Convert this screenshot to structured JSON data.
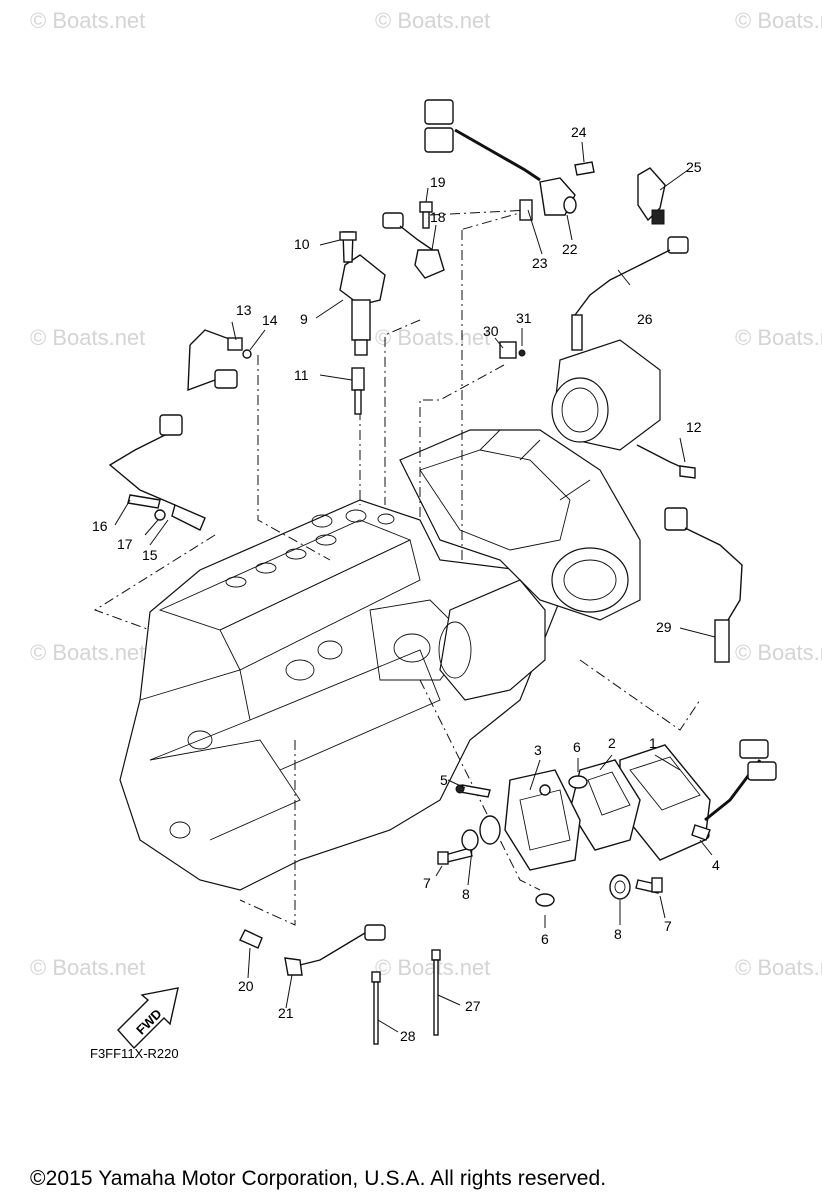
{
  "watermark": "© Boats.net",
  "code": "F3FF11X-R220",
  "fwd_label": "FWD",
  "copyright": "©2015 Yamaha Motor Corporation, U.S.A. All rights reserved.",
  "callouts": [
    "1",
    "2",
    "3",
    "4",
    "5",
    "6",
    "6",
    "7",
    "7",
    "8",
    "8",
    "9",
    "10",
    "11",
    "12",
    "13",
    "14",
    "15",
    "16",
    "17",
    "18",
    "19",
    "20",
    "21",
    "22",
    "23",
    "24",
    "25",
    "26",
    "27",
    "28",
    "29",
    "30",
    "31"
  ]
}
